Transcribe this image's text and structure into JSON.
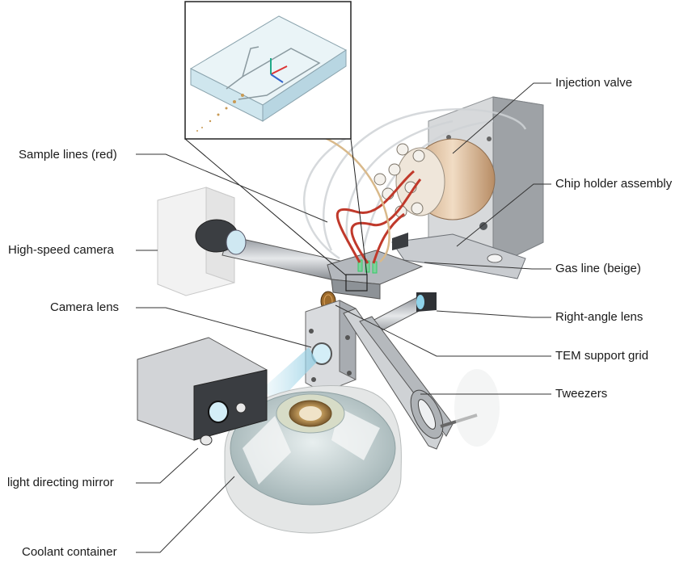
{
  "diagram": {
    "labels": {
      "sample_lines": "Sample lines (red)",
      "high_speed_camera": "High-speed camera",
      "camera_lens": "Camera lens",
      "light_directing_mirror": "light directing mirror",
      "coolant_container": "Coolant container",
      "injection_valve": "Injection valve",
      "chip_holder_assembly": "Chip holder assembly",
      "gas_line": "Gas line (beige)",
      "right_angle_lens": "Right-angle lens",
      "tem_support_grid": "TEM support grid",
      "tweezers": "Tweezers"
    },
    "colors": {
      "sample_line": "#c0392b",
      "gas_line": "#d9b98a",
      "metal": "#b9bcc0",
      "coolant": "#cfd9d9",
      "chip_glass": "#cfe6ee",
      "injection_valve": "#e6c7a6"
    }
  }
}
